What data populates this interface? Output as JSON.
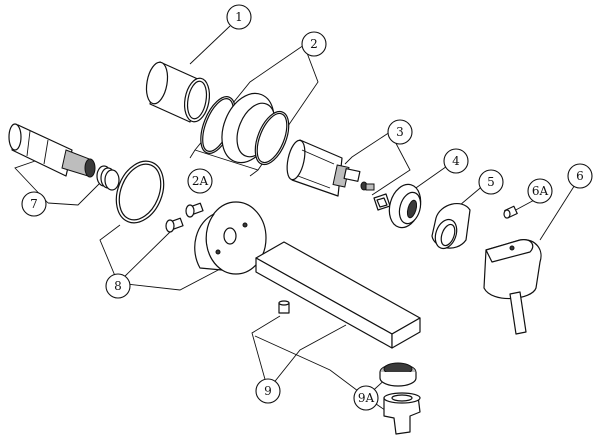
{
  "callouts": [
    {
      "id": "c1",
      "text": "1"
    },
    {
      "id": "c2",
      "text": "2"
    },
    {
      "id": "c2a",
      "text": "2A"
    },
    {
      "id": "c3",
      "text": "3"
    },
    {
      "id": "c4",
      "text": "4"
    },
    {
      "id": "c5",
      "text": "5"
    },
    {
      "id": "c6",
      "text": "6"
    },
    {
      "id": "c6a",
      "text": "6A"
    },
    {
      "id": "c7",
      "text": "7"
    },
    {
      "id": "c8",
      "text": "8"
    },
    {
      "id": "c9",
      "text": "9"
    },
    {
      "id": "c9a",
      "text": "9A"
    }
  ]
}
